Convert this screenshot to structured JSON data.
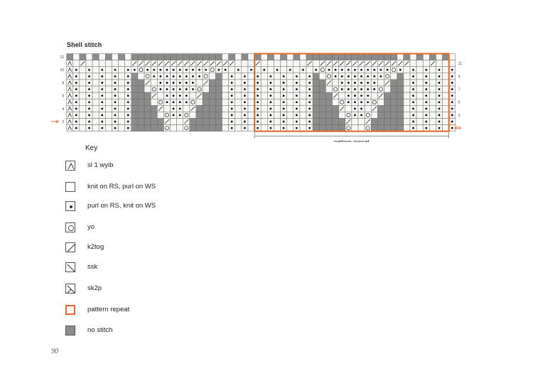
{
  "chart_title": "Shell stitch",
  "chart": {
    "left_row_numbers": [
      "12",
      "10",
      "8",
      "6",
      "4",
      "2"
    ],
    "right_row_numbers": [
      "11",
      "9",
      "7",
      "5",
      "3",
      "1"
    ],
    "repeat_label": "pattern repeat",
    "rows": [
      "NKNKNKNKNKNNNNNNNNNNNNNNKNKNKNKNKNKNKNNNNNNNNNNNNNNKNKNKNKNK",
      "SKTKKKKKKKTTTTTTTTTTTTTTTTKKKTKKKKKKKTKTTTTTTTTTTTTTTKKKTKKK",
      "SPKPKPKPKPPOPPPPPPPPPPOPPKPKPKPKPKPKPKPOPPPPPPPPPPOPKPKPKPKP",
      "SPKPKPKPKPNKOPPPPPPPPOKNKPKPKPKPKPKPKPNKOPPPPPPPPOKNKPKPKPKP",
      "SPKPKPKPKPNNTKPPPPPPKTNNKPKPKPKPKPKPKPNNTKPPPPPPKTNNKPKPKPKP",
      "SPKPKPKPKPNNKOPPPPPPOKNNKPKPKPKPKPKPKPNNKOPPPPPPOKNNKPKPKPKP",
      "SPKPKPKPKPNNNTKPPPPKTNNNKPKPKPKPKPKPKPNNNTKPPPPKTNNNKPKPKPKP",
      "SPKPKPKPKPNNNKOPPPPOKNNNKPKPKPKPKPKPKPNNNKOPPPPOKNNNKPKPKPKP",
      "SPKPKPKPKPNNNNTKPPKTNNNNKPKPKPKPKPKPKPNNNNTKPPKTNNNNKPKPKPKP",
      "SPKPKPKPKPNNNNKOPPOKNNNNKPKPKPKPKPKPKPNNNNKOPPOKNNNNKPKPKPKP",
      "SPKPKPKPKPNNNNNTKKTNNNNNKPKPKPKPKPKPKPNNNNNTKKTNNNNNKPKPKPKP",
      "SPKPKPKPKPNNNNNOKKONNNNNKPKPKPKPKPKPKPNNNNNOKKONNNNNKPKPKPKP"
    ]
  },
  "key": {
    "heading": "Key",
    "items": [
      {
        "symbol": "slip-icon",
        "label": "sl 1 wyib"
      },
      {
        "symbol": "knit-icon",
        "label": "knit on RS, purl on WS"
      },
      {
        "symbol": "purl-icon",
        "label": "purl on RS, knit on WS"
      },
      {
        "symbol": "yo-icon",
        "label": "yo"
      },
      {
        "symbol": "k2tog-icon",
        "label": "k2tog"
      },
      {
        "symbol": "ssk-icon",
        "label": "ssk"
      },
      {
        "symbol": "sk2p-icon",
        "label": "sk2p"
      },
      {
        "symbol": "repeat-icon",
        "label": "pattern repeat"
      },
      {
        "symbol": "no-stitch-icon",
        "label": "no stitch"
      }
    ]
  },
  "page_number": "90",
  "colors": {
    "no_stitch": "#8c8c8c",
    "repeat": "#e8672a",
    "grid": "#6a6a6a",
    "cell": "#f7f7f4"
  }
}
